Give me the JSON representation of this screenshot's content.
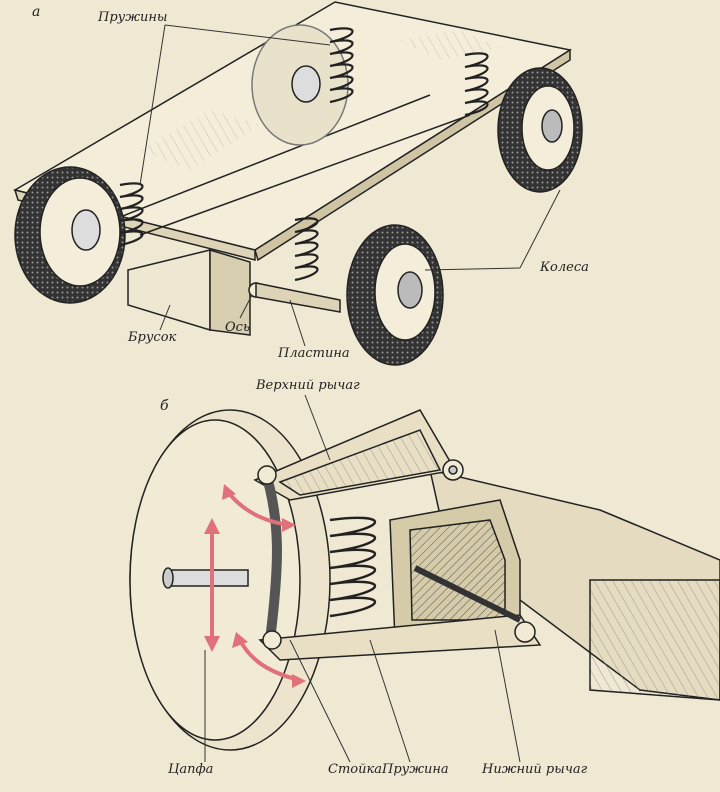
{
  "panel_a": {
    "letter": "а",
    "labels": {
      "springs": "Пружины",
      "wheels": "Колеса",
      "block": "Брусок",
      "axle": "Ось",
      "plate": "Пластина"
    }
  },
  "panel_b": {
    "letter": "б",
    "labels": {
      "upper_arm": "Верхний рычаг",
      "trunnion": "Цапфа",
      "strut": "Стойка",
      "spring": "Пружина",
      "lower_arm": "Нижний рычаг"
    }
  },
  "colors": {
    "paper": "#efe8d2",
    "ink": "#222222",
    "arrow": "#e0707a"
  }
}
